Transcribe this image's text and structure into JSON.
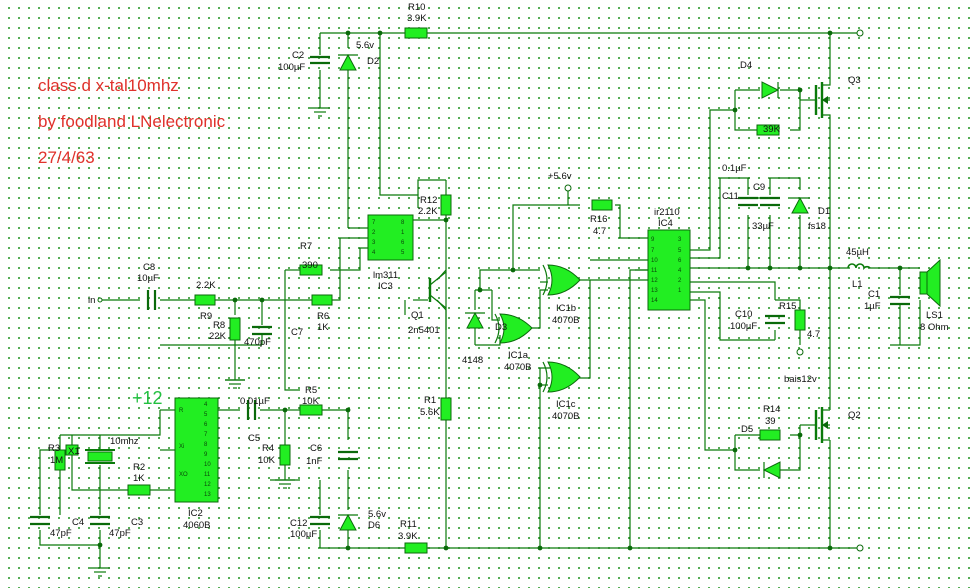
{
  "title_lines": [
    "class d x-tal10mhz",
    "by foodland LNelectronic",
    "27/4/63"
  ],
  "supply_label": "+12",
  "labels": {
    "R10": "R10",
    "R10v": "3.9K",
    "C2": "C2",
    "C2v": "100µF",
    "D2": "D2",
    "v56a": "5.6v",
    "R12": "R12",
    "R12v": "2.2K",
    "IC3n": "lm311",
    "IC3": "IC3",
    "R7": "R7",
    "R7v": "390",
    "C8": "C8",
    "C8v": "10µF",
    "in": "in",
    "R9v": "2.2K",
    "R9": "R9",
    "R8": "R8",
    "R8v": "22K",
    "C7v": "470pF",
    "C7": "C7",
    "R6": "R6",
    "R6v": "1K",
    "Q1": "Q1",
    "Q1n": "2n5401",
    "v56b": "+5.6v",
    "R16": "R16",
    "R16v": "4.7",
    "IC4n": "ir2110",
    "IC4": "IC4",
    "D4": "D4",
    "Q3": "Q3",
    "R13v": "39K",
    "C11": "C11",
    "C11v": "0.1µF",
    "C9": "C9",
    "C9v": "33µF",
    "D1": "D1",
    "D1n": "fs18",
    "L1v": "45µH",
    "L1": "L1",
    "C1": "C1",
    "C1v": "1µF",
    "LS1": "LS1",
    "LS1v": "8 Ohm",
    "C10": "C10",
    "C10v": "100µF",
    "R15": "R15",
    "R15v": "4.7",
    "bias": "bais12v",
    "IC1b": "IC1b",
    "IC1bn": "4070B",
    "D3": "D3",
    "D3n": "4148",
    "IC1a": "IC1a",
    "IC1an": "4070B",
    "IC1c": "IC1c",
    "IC1cn": "4070B",
    "R1": "R1",
    "R1v": "5.6K",
    "R14": "R14",
    "R14v": "39",
    "D5": "D5",
    "Q2": "Q2",
    "C5v": "0.01µF",
    "C5": "C5",
    "R5": "R5",
    "R5v": "10K",
    "C6": "C6",
    "C6v": "1nF",
    "R4": "R4",
    "R4v": "10K",
    "C12": "C12",
    "C12v": "100µF",
    "D6": "D6",
    "v56c": "5.6v",
    "R11": "R11",
    "R11v": "3.9K",
    "X1": "X1",
    "X1v": "10mhz",
    "R3": "R3",
    "R3v": "1M",
    "R2": "R2",
    "R2v": "1K",
    "C4": "C4",
    "C4v": "47pF",
    "C3": "C3",
    "C3v": "47pF",
    "IC2": "IC2",
    "IC2n": "4060B"
  },
  "colors": {
    "wire": "#0a7a0a",
    "component": "#22ee22",
    "title": "#e0322c",
    "supply": "#22c040"
  }
}
